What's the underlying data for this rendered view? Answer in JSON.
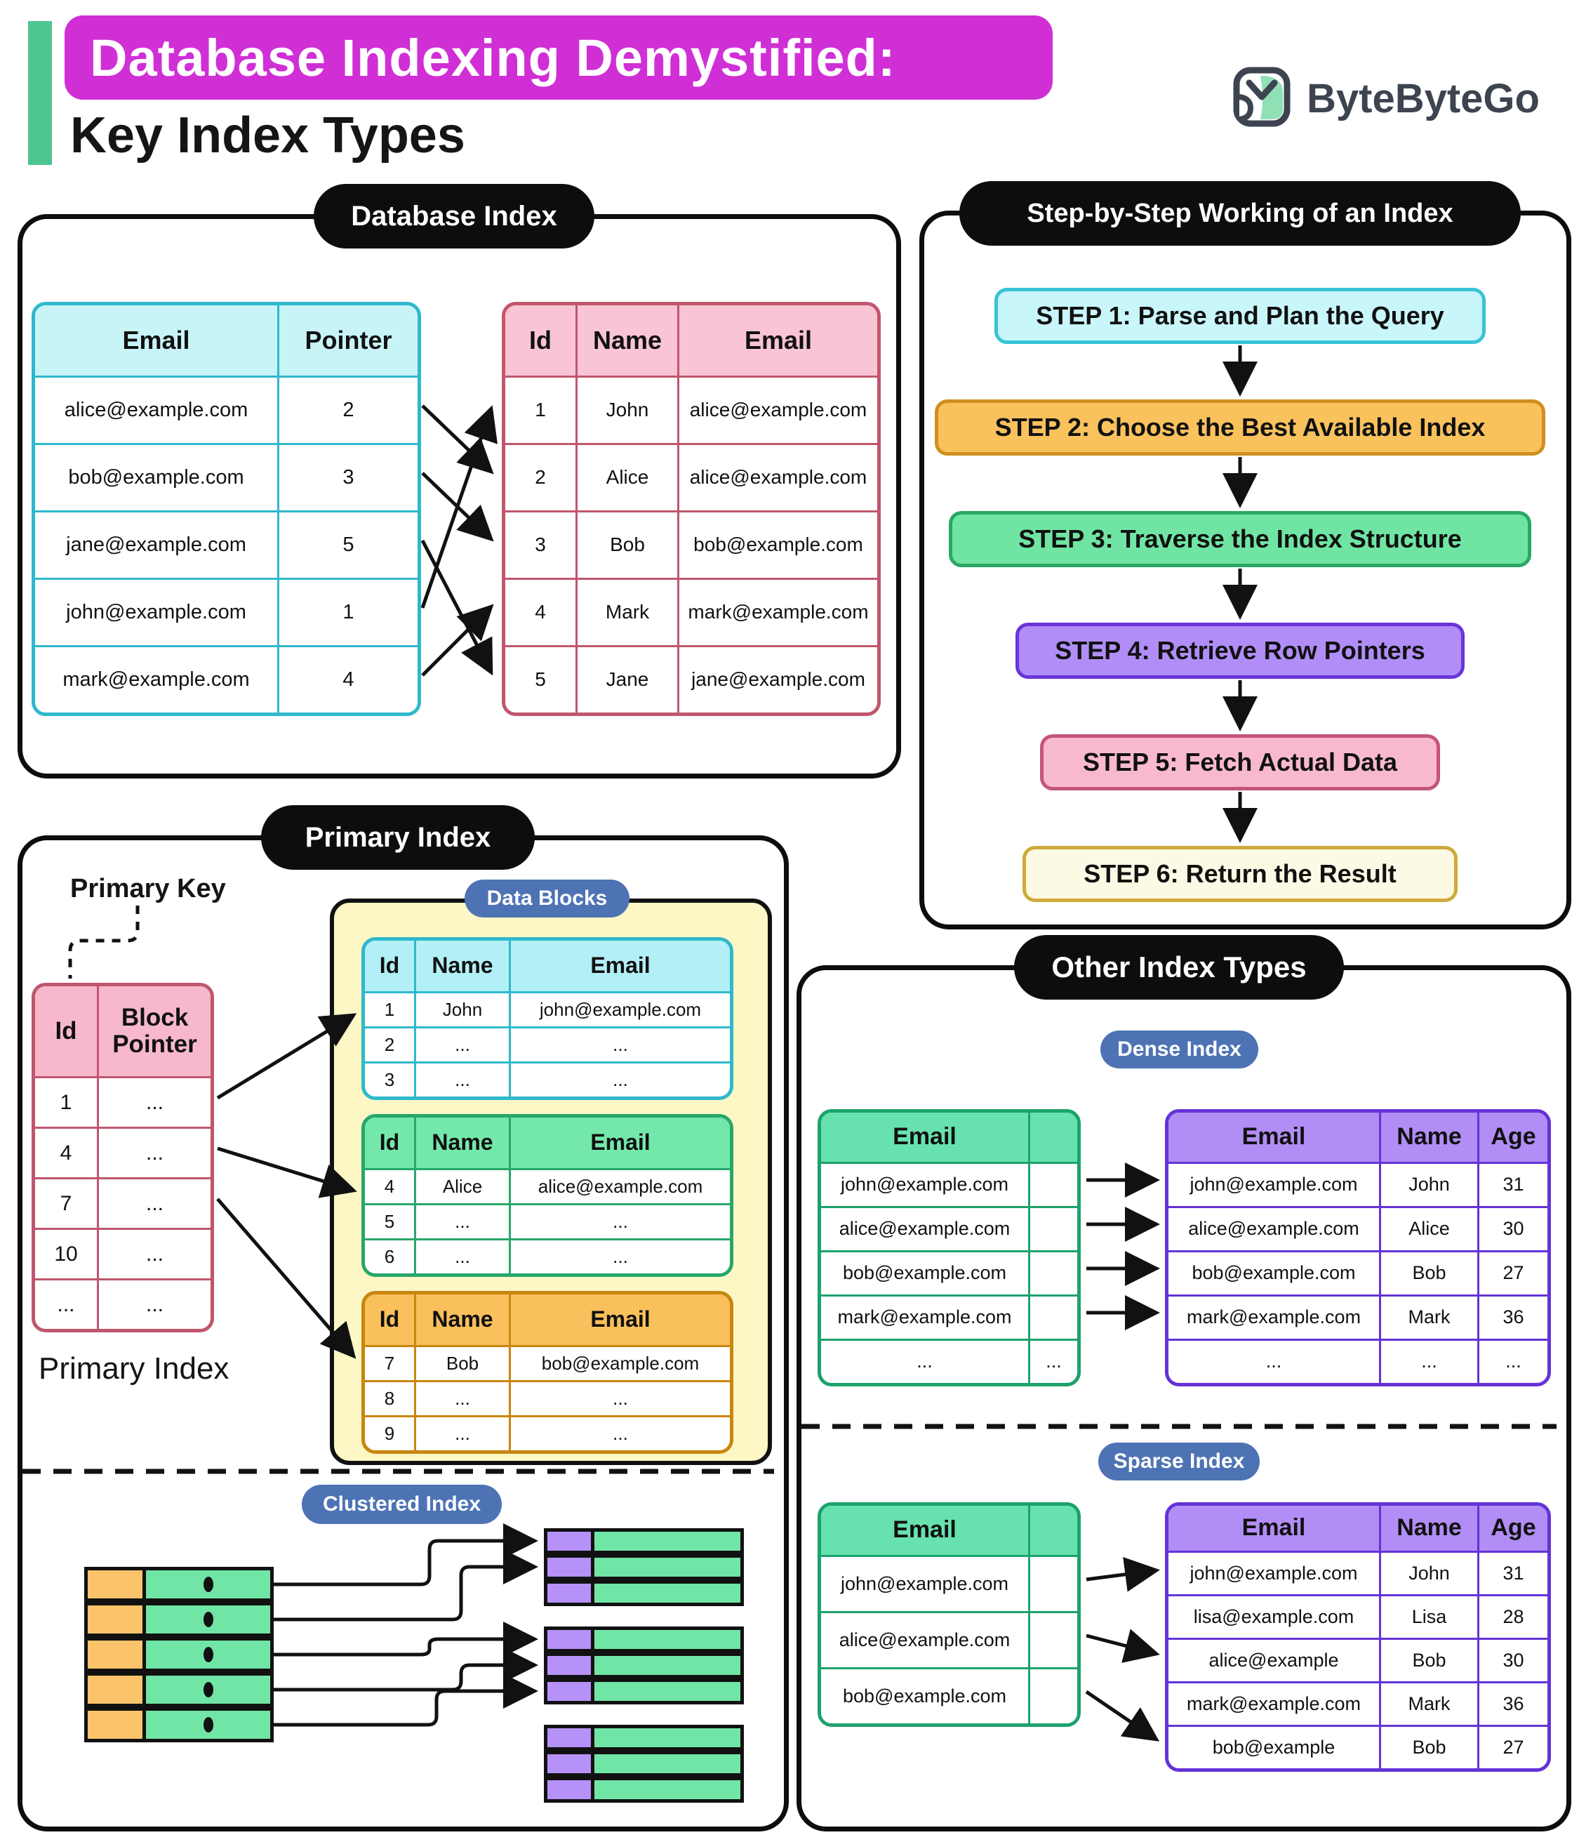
{
  "header": {
    "title_highlight": "Database Indexing Demystified:",
    "subtitle": "Key Index Types",
    "brand": "ByteByteGo"
  },
  "colors": {
    "title_highlight_bg": "#d02fd6",
    "accent_bar": "#4dc590",
    "badge_blue": "#4d73b4",
    "teal_border": "#2fb8cc",
    "rose_border": "#c0566e",
    "green_border": "#1ca26c",
    "purple_border": "#6433d6",
    "orange_border": "#c8860f",
    "data_blocks_bg": "#fcf7c5"
  },
  "panels": {
    "database_index": {
      "title": "Database Index",
      "index_table": {
        "headers": [
          "Email",
          "Pointer"
        ],
        "rows": [
          [
            "alice@example.com",
            "2"
          ],
          [
            "bob@example.com",
            "3"
          ],
          [
            "jane@example.com",
            "5"
          ],
          [
            "john@example.com",
            "1"
          ],
          [
            "mark@example.com",
            "4"
          ]
        ]
      },
      "data_table": {
        "headers": [
          "Id",
          "Name",
          "Email"
        ],
        "rows": [
          [
            "1",
            "John",
            "alice@example.com"
          ],
          [
            "2",
            "Alice",
            "alice@example.com"
          ],
          [
            "3",
            "Bob",
            "bob@example.com"
          ],
          [
            "4",
            "Mark",
            "mark@example.com"
          ],
          [
            "5",
            "Jane",
            "jane@example.com"
          ]
        ]
      }
    },
    "steps": {
      "title": "Step-by-Step Working of an Index",
      "items": [
        {
          "label": "STEP 1: Parse and Plan the Query",
          "bg": "#c9f6fa",
          "border": "#38c3d8"
        },
        {
          "label": "STEP 2: Choose the Best Available Index",
          "bg": "#f9c25d",
          "border": "#d08f20"
        },
        {
          "label": "STEP 3: Traverse the Index Structure",
          "bg": "#70e5a3",
          "border": "#2aa765"
        },
        {
          "label": "STEP 4: Retrieve Row Pointers",
          "bg": "#b18df7",
          "border": "#6a36d8"
        },
        {
          "label": "STEP 5: Fetch Actual Data",
          "bg": "#f8b9ce",
          "border": "#c45577"
        },
        {
          "label": "STEP 6: Return the Result",
          "bg": "#fcf9e4",
          "border": "#cfa93c"
        }
      ]
    },
    "primary_index": {
      "title": "Primary Index",
      "primary_key_label": "Primary Key",
      "index_label": "Primary Index",
      "index_table": {
        "headers": [
          "Id",
          "Block Pointer"
        ],
        "rows": [
          [
            "1",
            "..."
          ],
          [
            "4",
            "..."
          ],
          [
            "7",
            "..."
          ],
          [
            "10",
            "..."
          ],
          [
            "...",
            "..."
          ]
        ]
      },
      "data_blocks_label": "Data Blocks",
      "blocks": [
        {
          "headers": [
            "Id",
            "Name",
            "Email"
          ],
          "rows": [
            [
              "1",
              "John",
              "john@example.com"
            ],
            [
              "2",
              "...",
              "..."
            ],
            [
              "3",
              "...",
              "..."
            ]
          ]
        },
        {
          "headers": [
            "Id",
            "Name",
            "Email"
          ],
          "rows": [
            [
              "4",
              "Alice",
              "alice@example.com"
            ],
            [
              "5",
              "...",
              "..."
            ],
            [
              "6",
              "...",
              "..."
            ]
          ]
        },
        {
          "headers": [
            "Id",
            "Name",
            "Email"
          ],
          "rows": [
            [
              "7",
              "Bob",
              "bob@example.com"
            ],
            [
              "8",
              "...",
              "..."
            ],
            [
              "9",
              "...",
              "..."
            ]
          ]
        }
      ],
      "clustered_label": "Clustered Index"
    },
    "other_index_types": {
      "title": "Other Index Types",
      "dense": {
        "label": "Dense Index",
        "index_table": {
          "headers": [
            "Email",
            ""
          ],
          "rows": [
            [
              "john@example.com",
              ""
            ],
            [
              "alice@example.com",
              ""
            ],
            [
              "bob@example.com",
              ""
            ],
            [
              "mark@example.com",
              ""
            ],
            [
              "...",
              "..."
            ]
          ]
        },
        "data_table": {
          "headers": [
            "Email",
            "Name",
            "Age"
          ],
          "rows": [
            [
              "john@example.com",
              "John",
              "31"
            ],
            [
              "alice@example.com",
              "Alice",
              "30"
            ],
            [
              "bob@example.com",
              "Bob",
              "27"
            ],
            [
              "mark@example.com",
              "Mark",
              "36"
            ],
            [
              "...",
              "...",
              "..."
            ]
          ]
        }
      },
      "sparse": {
        "label": "Sparse Index",
        "index_table": {
          "headers": [
            "Email",
            ""
          ],
          "rows": [
            [
              "john@example.com",
              ""
            ],
            [
              "alice@example.com",
              ""
            ],
            [
              "bob@example.com",
              ""
            ]
          ]
        },
        "data_table": {
          "headers": [
            "Email",
            "Name",
            "Age"
          ],
          "rows": [
            [
              "john@example.com",
              "John",
              "31"
            ],
            [
              "lisa@example.com",
              "Lisa",
              "28"
            ],
            [
              "alice@example",
              "Bob",
              "30"
            ],
            [
              "mark@example.com",
              "Mark",
              "36"
            ],
            [
              "bob@example",
              "Bob",
              "27"
            ]
          ]
        }
      }
    }
  }
}
